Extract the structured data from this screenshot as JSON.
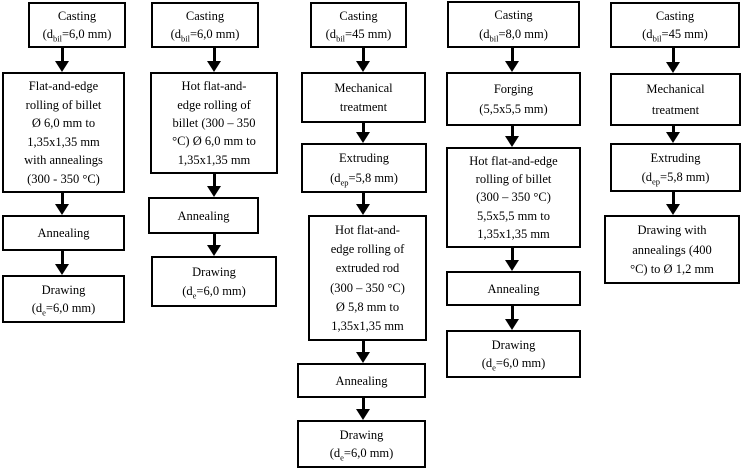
{
  "colors": {
    "background": "#ffffff",
    "box_fill": "#ffffff",
    "box_border": "#000000",
    "text": "#000000",
    "arrow": "#000000"
  },
  "routes": [
    {
      "name": "route-1",
      "boxes": [
        {
          "key": "casting",
          "lines": [
            [
              {
                "t": "Casting"
              }
            ],
            [
              {
                "t": "(d"
              },
              {
                "t": "bil",
                "sub": true
              },
              {
                "t": "=6,0 mm)"
              }
            ]
          ]
        },
        {
          "key": "flat-and-edge-rolling-of-billet",
          "lines": [
            [
              {
                "t": "Flat-and-edge"
              }
            ],
            [
              {
                "t": "rolling of billet"
              }
            ],
            [
              {
                "t": "Ø 6,0 mm to"
              }
            ],
            [
              {
                "t": "1,35x1,35 mm"
              }
            ],
            [
              {
                "t": "with annealings"
              }
            ],
            [
              {
                "t": "(300 - 350 °C)"
              }
            ]
          ]
        },
        {
          "key": "annealing",
          "lines": [
            [
              {
                "t": "Annealing"
              }
            ]
          ]
        },
        {
          "key": "drawing",
          "lines": [
            [
              {
                "t": "Drawing"
              }
            ],
            [
              {
                "t": "(d"
              },
              {
                "t": "e",
                "sub": true
              },
              {
                "t": "=6,0 mm)"
              }
            ]
          ]
        }
      ]
    },
    {
      "name": "route-2",
      "boxes": [
        {
          "key": "casting",
          "lines": [
            [
              {
                "t": "Casting"
              }
            ],
            [
              {
                "t": "(d"
              },
              {
                "t": "bil",
                "sub": true
              },
              {
                "t": "=6,0 mm)"
              }
            ]
          ]
        },
        {
          "key": "hot-flat-and-edge-rolling-of-billet",
          "lines": [
            [
              {
                "t": "Hot flat-and-"
              }
            ],
            [
              {
                "t": "edge rolling of"
              }
            ],
            [
              {
                "t": "billet (300 – 350"
              }
            ],
            [
              {
                "t": "°C) Ø 6,0 mm to"
              }
            ],
            [
              {
                "t": "1,35x1,35 mm"
              }
            ]
          ]
        },
        {
          "key": "annealing",
          "lines": [
            [
              {
                "t": "Annealing"
              }
            ]
          ]
        },
        {
          "key": "drawing",
          "lines": [
            [
              {
                "t": "Drawing"
              }
            ],
            [
              {
                "t": "(d"
              },
              {
                "t": "e",
                "sub": true
              },
              {
                "t": "=6,0 mm)"
              }
            ]
          ]
        }
      ]
    },
    {
      "name": "route-3",
      "boxes": [
        {
          "key": "casting",
          "lines": [
            [
              {
                "t": "Casting"
              }
            ],
            [
              {
                "t": "(d"
              },
              {
                "t": "bil",
                "sub": true
              },
              {
                "t": "=45 mm)"
              }
            ]
          ]
        },
        {
          "key": "mechanical-treatment",
          "lines": [
            [
              {
                "t": "Mechanical"
              }
            ],
            [
              {
                "t": "treatment"
              }
            ]
          ]
        },
        {
          "key": "extruding",
          "lines": [
            [
              {
                "t": "Extruding"
              }
            ],
            [
              {
                "t": "(d"
              },
              {
                "t": "ep",
                "sub": true
              },
              {
                "t": "=5,8 mm)"
              }
            ]
          ]
        },
        {
          "key": "hot-flat-and-edge-rolling-of-extruded-rod",
          "lines": [
            [
              {
                "t": "Hot flat-and-"
              }
            ],
            [
              {
                "t": "edge rolling of"
              }
            ],
            [
              {
                "t": "extruded rod"
              }
            ],
            [
              {
                "t": "(300 – 350 °C)"
              }
            ],
            [
              {
                "t": "Ø 5,8 mm to"
              }
            ],
            [
              {
                "t": "1,35x1,35 mm"
              }
            ]
          ]
        },
        {
          "key": "annealing",
          "lines": [
            [
              {
                "t": "Annealing"
              }
            ]
          ]
        },
        {
          "key": "drawing",
          "lines": [
            [
              {
                "t": "Drawing"
              }
            ],
            [
              {
                "t": "(d"
              },
              {
                "t": "e",
                "sub": true
              },
              {
                "t": "=6,0 mm)"
              }
            ]
          ]
        }
      ]
    },
    {
      "name": "route-4",
      "boxes": [
        {
          "key": "casting",
          "lines": [
            [
              {
                "t": "Casting"
              }
            ],
            [
              {
                "t": "(d"
              },
              {
                "t": "bil",
                "sub": true
              },
              {
                "t": "=8,0 mm)"
              }
            ]
          ]
        },
        {
          "key": "forging",
          "lines": [
            [
              {
                "t": "Forging"
              }
            ],
            [
              {
                "t": "(5,5x5,5 mm)"
              }
            ]
          ]
        },
        {
          "key": "hot-flat-and-edge-rolling-of-billet",
          "lines": [
            [
              {
                "t": "Hot flat-and-edge"
              }
            ],
            [
              {
                "t": "rolling of billet"
              }
            ],
            [
              {
                "t": "(300 – 350 °C)"
              }
            ],
            [
              {
                "t": "5,5x5,5 mm to"
              }
            ],
            [
              {
                "t": "1,35x1,35 mm"
              }
            ]
          ]
        },
        {
          "key": "annealing",
          "lines": [
            [
              {
                "t": "Annealing"
              }
            ]
          ]
        },
        {
          "key": "drawing",
          "lines": [
            [
              {
                "t": "Drawing"
              }
            ],
            [
              {
                "t": "(d"
              },
              {
                "t": "e",
                "sub": true
              },
              {
                "t": "=6,0 mm)"
              }
            ]
          ]
        }
      ]
    },
    {
      "name": "route-5",
      "boxes": [
        {
          "key": "casting",
          "lines": [
            [
              {
                "t": "Casting"
              }
            ],
            [
              {
                "t": "(d"
              },
              {
                "t": "bil",
                "sub": true
              },
              {
                "t": "=45 mm)"
              }
            ]
          ]
        },
        {
          "key": "mechanical-treatment",
          "lines": [
            [
              {
                "t": "Mechanical"
              }
            ],
            [
              {
                "t": "treatment"
              }
            ]
          ]
        },
        {
          "key": "extruding",
          "lines": [
            [
              {
                "t": "Extruding"
              }
            ],
            [
              {
                "t": "(d"
              },
              {
                "t": "ep",
                "sub": true
              },
              {
                "t": "=5,8 mm)"
              }
            ]
          ]
        },
        {
          "key": "drawing-with-annealings",
          "lines": [
            [
              {
                "t": "Drawing with"
              }
            ],
            [
              {
                "t": "annealings (400"
              }
            ],
            [
              {
                "t": "°C) to Ø 1,2 mm"
              }
            ]
          ]
        }
      ]
    }
  ]
}
